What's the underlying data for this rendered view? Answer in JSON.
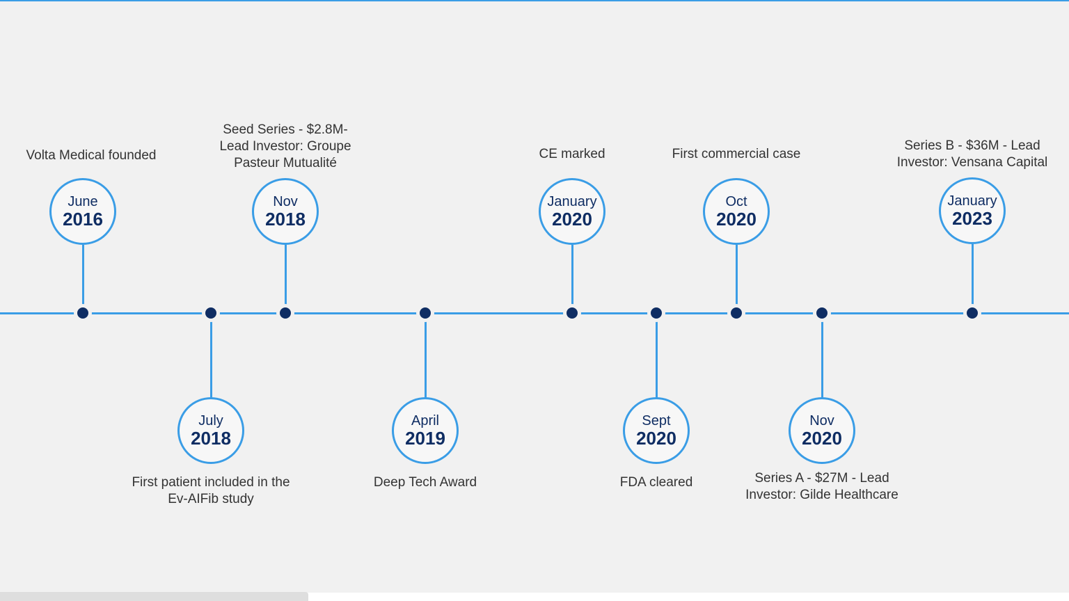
{
  "timeline": {
    "events": [
      {
        "month": "June",
        "year": "2016",
        "label": "Volta Medical founded"
      },
      {
        "month": "July",
        "year": "2018",
        "label": "First patient included in the Ev-AIFib study"
      },
      {
        "month": "Nov",
        "year": "2018",
        "label": "Seed Series - $2.8M- Lead Investor: Groupe Pasteur Mutualité"
      },
      {
        "month": "April",
        "year": "2019",
        "label": "Deep Tech Award"
      },
      {
        "month": "January",
        "year": "2020",
        "label": "CE marked"
      },
      {
        "month": "Sept",
        "year": "2020",
        "label": "FDA cleared"
      },
      {
        "month": "Oct",
        "year": "2020",
        "label": "First commercial case"
      },
      {
        "month": "Nov",
        "year": "2020",
        "label": "Series A - $27M - Lead Investor: Gilde Healthcare"
      },
      {
        "month": "January",
        "year": "2023",
        "label": "Series B - $36M - Lead Investor: Vensana Capital"
      }
    ]
  },
  "colors": {
    "accent": "#3a9de6",
    "navy": "#0f2d63",
    "background": "#f1f1f1"
  }
}
